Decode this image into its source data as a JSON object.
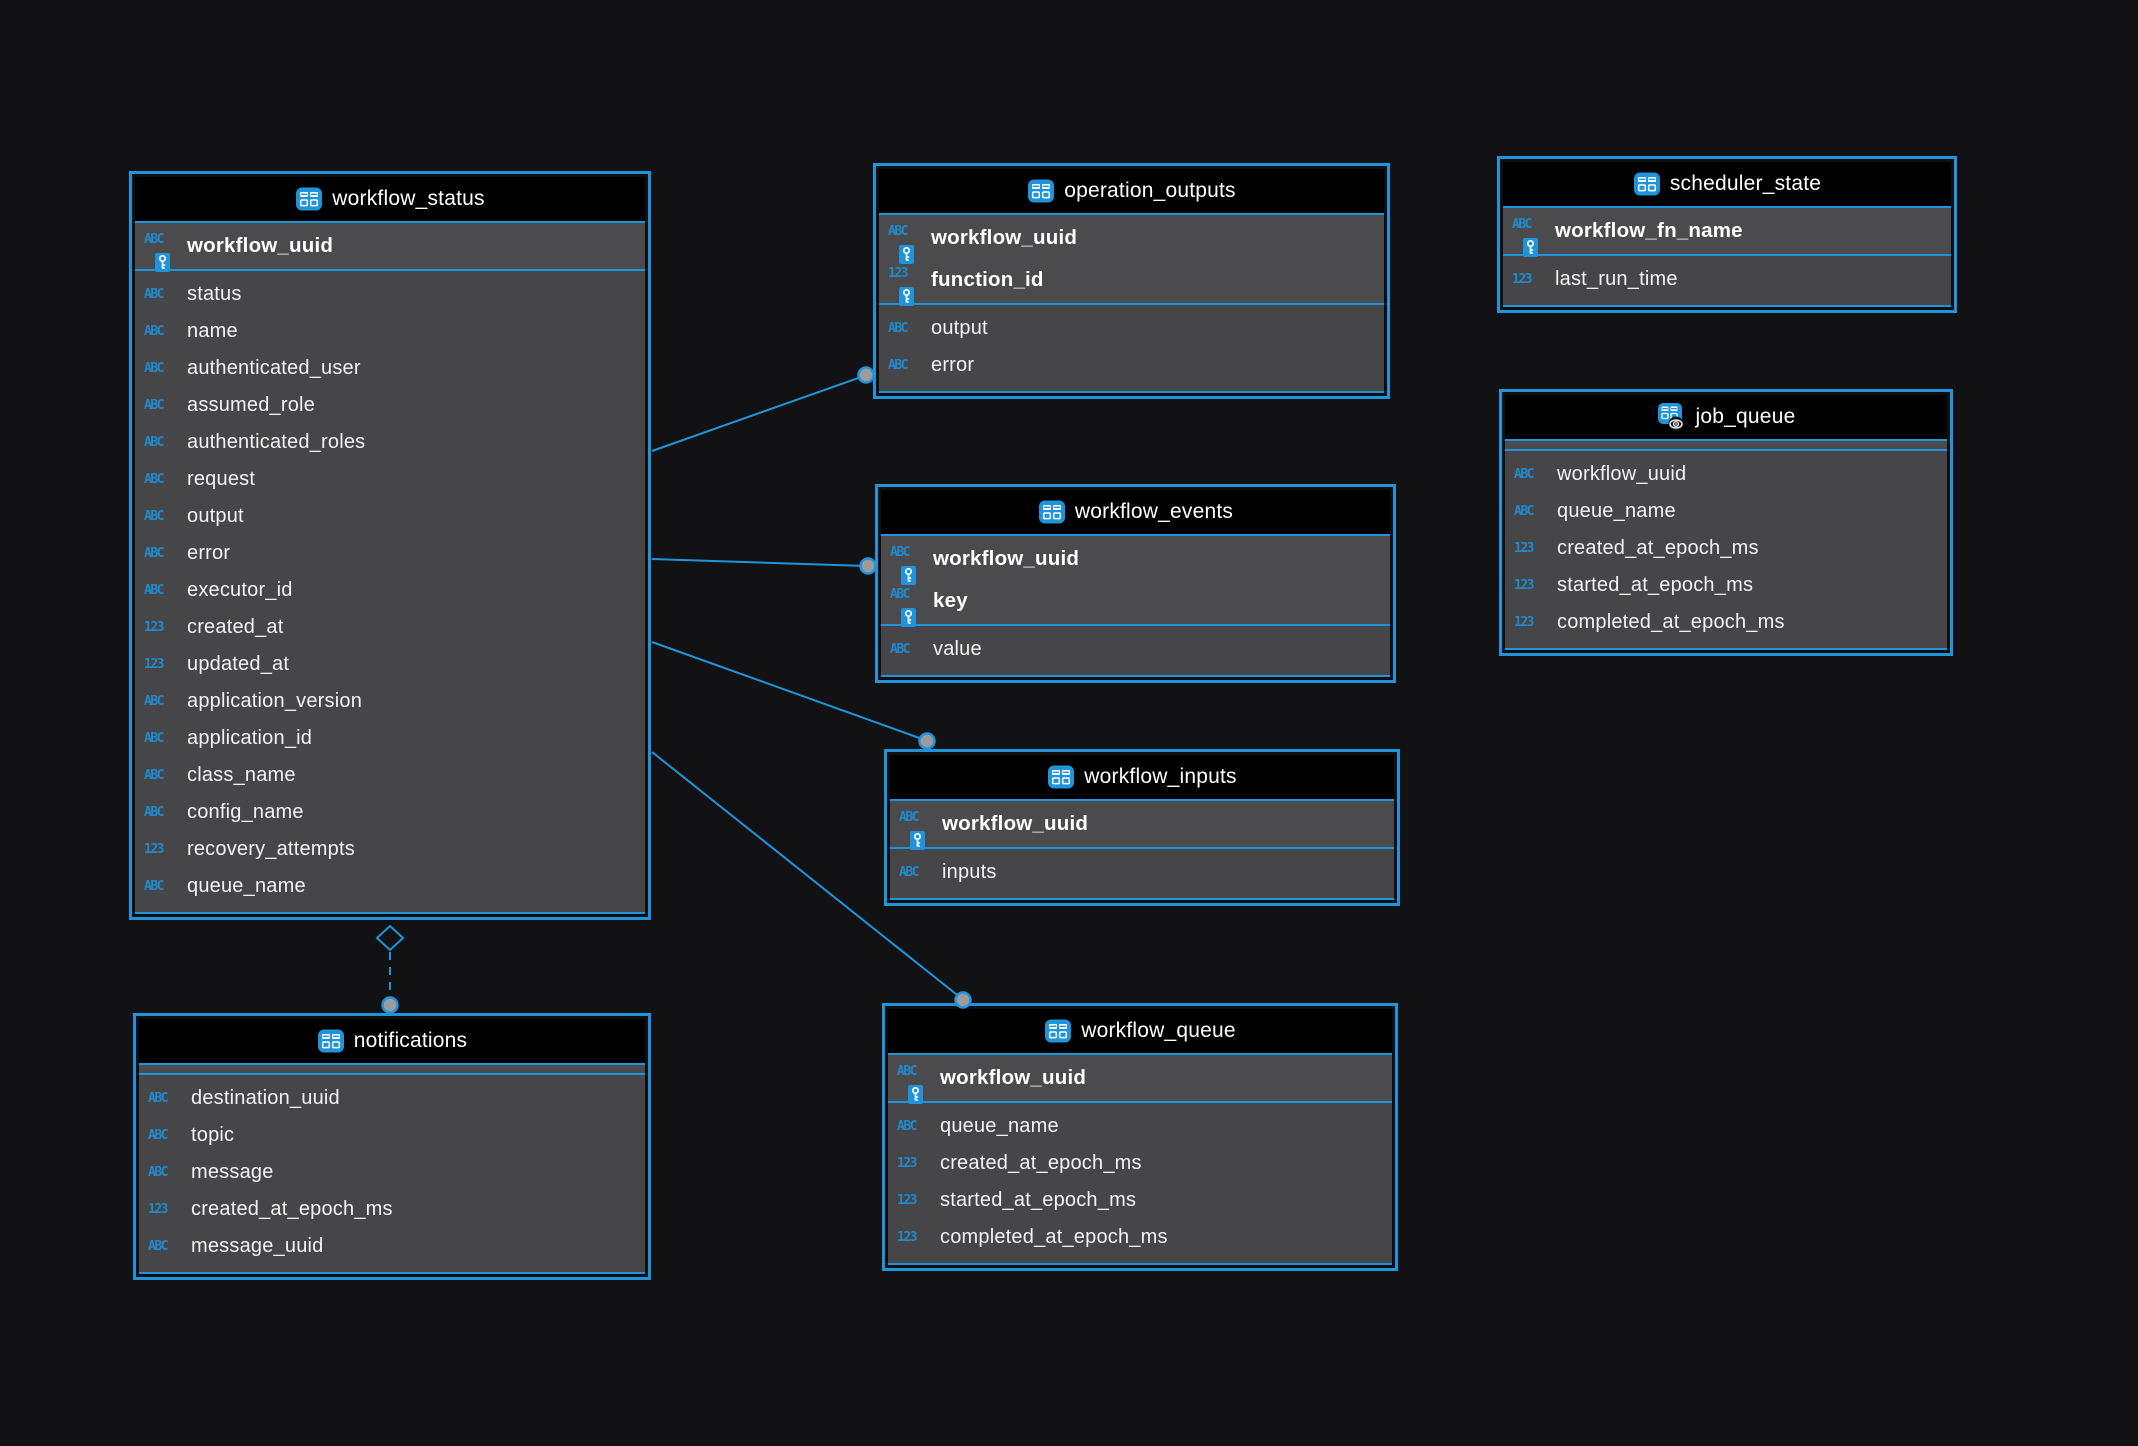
{
  "app": {
    "view": "entity-relationship-diagram",
    "canvas_bg": "#121214",
    "accent_blue": "#1f94da",
    "body_gray": "#464649",
    "header_black": "#000000"
  },
  "type_labels": {
    "string": "ABC",
    "number": "123"
  },
  "tables": [
    {
      "id": "workflow_status",
      "name": "workflow_status",
      "icon": "table-icon",
      "pk_columns": [
        {
          "name": "workflow_uuid",
          "type": "string"
        }
      ],
      "columns": [
        {
          "name": "status",
          "type": "string"
        },
        {
          "name": "name",
          "type": "string"
        },
        {
          "name": "authenticated_user",
          "type": "string"
        },
        {
          "name": "assumed_role",
          "type": "string"
        },
        {
          "name": "authenticated_roles",
          "type": "string"
        },
        {
          "name": "request",
          "type": "string"
        },
        {
          "name": "output",
          "type": "string"
        },
        {
          "name": "error",
          "type": "string"
        },
        {
          "name": "executor_id",
          "type": "string"
        },
        {
          "name": "created_at",
          "type": "number"
        },
        {
          "name": "updated_at",
          "type": "number"
        },
        {
          "name": "application_version",
          "type": "string"
        },
        {
          "name": "application_id",
          "type": "string"
        },
        {
          "name": "class_name",
          "type": "string"
        },
        {
          "name": "config_name",
          "type": "string"
        },
        {
          "name": "recovery_attempts",
          "type": "number"
        },
        {
          "name": "queue_name",
          "type": "string"
        }
      ]
    },
    {
      "id": "operation_outputs",
      "name": "operation_outputs",
      "icon": "table-icon",
      "pk_columns": [
        {
          "name": "workflow_uuid",
          "type": "string"
        },
        {
          "name": "function_id",
          "type": "number"
        }
      ],
      "columns": [
        {
          "name": "output",
          "type": "string"
        },
        {
          "name": "error",
          "type": "string"
        }
      ]
    },
    {
      "id": "scheduler_state",
      "name": "scheduler_state",
      "icon": "table-icon",
      "pk_columns": [
        {
          "name": "workflow_fn_name",
          "type": "string"
        }
      ],
      "columns": [
        {
          "name": "last_run_time",
          "type": "number"
        }
      ]
    },
    {
      "id": "job_queue",
      "name": "job_queue",
      "icon": "table-view-icon",
      "pk_columns": [],
      "columns": [
        {
          "name": "workflow_uuid",
          "type": "string"
        },
        {
          "name": "queue_name",
          "type": "string"
        },
        {
          "name": "created_at_epoch_ms",
          "type": "number"
        },
        {
          "name": "started_at_epoch_ms",
          "type": "number"
        },
        {
          "name": "completed_at_epoch_ms",
          "type": "number"
        }
      ]
    },
    {
      "id": "workflow_events",
      "name": "workflow_events",
      "icon": "table-icon",
      "pk_columns": [
        {
          "name": "workflow_uuid",
          "type": "string"
        },
        {
          "name": "key",
          "type": "string"
        }
      ],
      "columns": [
        {
          "name": "value",
          "type": "string"
        }
      ]
    },
    {
      "id": "workflow_inputs",
      "name": "workflow_inputs",
      "icon": "table-icon",
      "pk_columns": [
        {
          "name": "workflow_uuid",
          "type": "string"
        }
      ],
      "columns": [
        {
          "name": "inputs",
          "type": "string"
        }
      ]
    },
    {
      "id": "workflow_queue",
      "name": "workflow_queue",
      "icon": "table-icon",
      "pk_columns": [
        {
          "name": "workflow_uuid",
          "type": "string"
        }
      ],
      "columns": [
        {
          "name": "queue_name",
          "type": "string"
        },
        {
          "name": "created_at_epoch_ms",
          "type": "number"
        },
        {
          "name": "started_at_epoch_ms",
          "type": "number"
        },
        {
          "name": "completed_at_epoch_ms",
          "type": "number"
        }
      ]
    },
    {
      "id": "notifications",
      "name": "notifications",
      "icon": "table-icon",
      "pk_columns": [],
      "columns": [
        {
          "name": "destination_uuid",
          "type": "string"
        },
        {
          "name": "topic",
          "type": "string"
        },
        {
          "name": "message",
          "type": "string"
        },
        {
          "name": "created_at_epoch_ms",
          "type": "number"
        },
        {
          "name": "message_uuid",
          "type": "string"
        }
      ]
    }
  ],
  "relationships": [
    {
      "from": "workflow_status",
      "to": "operation_outputs",
      "line": "solid",
      "to_end": "circle"
    },
    {
      "from": "workflow_status",
      "to": "workflow_events",
      "line": "solid",
      "to_end": "circle"
    },
    {
      "from": "workflow_status",
      "to": "workflow_inputs",
      "line": "solid",
      "to_end": "circle"
    },
    {
      "from": "workflow_status",
      "to": "workflow_queue",
      "line": "solid",
      "to_end": "circle"
    },
    {
      "from": "workflow_status",
      "to": "notifications",
      "line": "dashed",
      "from_end": "diamond",
      "to_end": "circle"
    }
  ]
}
